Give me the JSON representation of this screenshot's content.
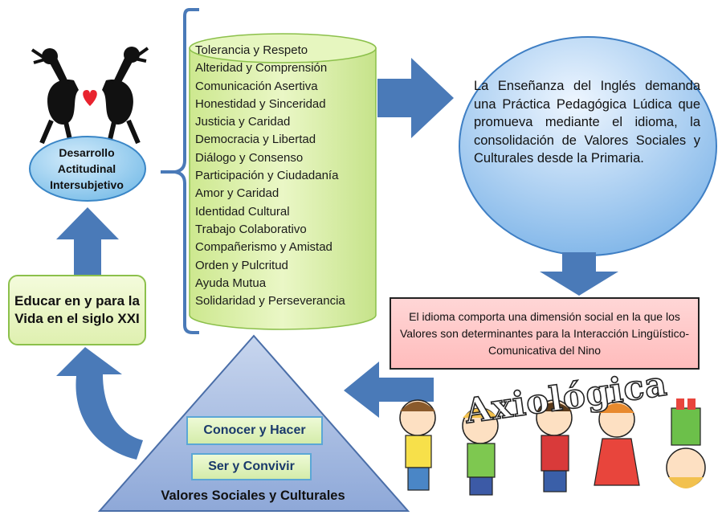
{
  "oval": {
    "line1": "Desarrollo",
    "line2": "Actitudinal",
    "line3": "Intersubjetivo"
  },
  "educar": "Educar en y para la Vida en el siglo XXI",
  "values": [
    "Tolerancia y Respeto",
    "Alteridad y Comprensión",
    "Comunicación Asertiva",
    "Honestidad y Sinceridad",
    "Justicia y Caridad",
    "Democracia y Libertad",
    "Diálogo y Consenso",
    "Participación y Ciudadanía",
    "Amor y Caridad",
    "Identidad Cultural",
    "Trabajo Colaborativo",
    "Compañerismo y  Amistad",
    "Orden y Pulcritud",
    "Ayuda Mutua",
    "Solidaridad y Perseverancia"
  ],
  "circle_text": "La Enseñanza del Inglés demanda una Práctica Pedagógica Lúdica que promueva mediante el idioma, la consolidación de Valores Sociales y Culturales desde la Primaria.",
  "red_box": "El idioma comporta una dimensión social en la que los Valores son determinantes para la Interacción Lingüístico-Comunicativa del Nino",
  "triangle": {
    "box1": "Conocer y Hacer",
    "box2": "Ser y Convivir",
    "caption": "Valores Sociales y Culturales"
  },
  "axiologica": "Axiológica",
  "colors": {
    "arrow": "#4a7ab8",
    "cylinder_fill": "#d9efa4",
    "oval_fill": "#8ecbf0",
    "circle_fill": "#8ec3ef",
    "red_box_fill": "#ffc4c4",
    "triangle_fill": "#a9bde0",
    "heart": "#e8232e"
  }
}
